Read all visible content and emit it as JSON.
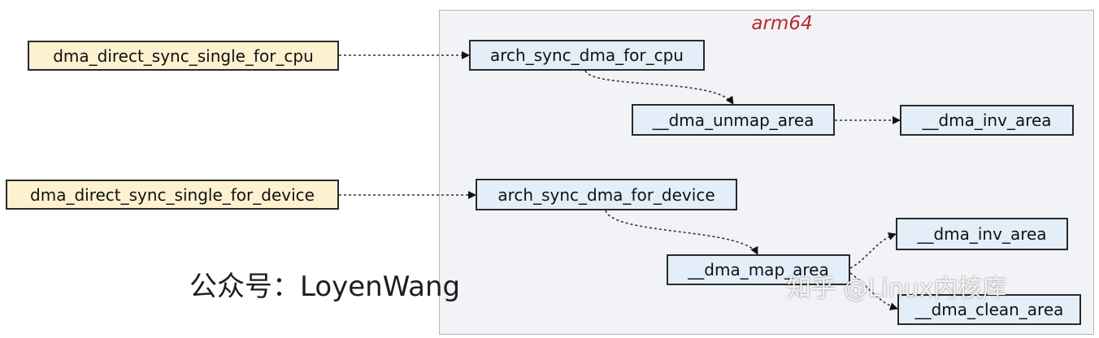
{
  "diagram": {
    "container_label": "arm64",
    "nodes": {
      "sync_for_cpu": "dma_direct_sync_single_for_cpu",
      "sync_for_device": "dma_direct_sync_single_for_device",
      "arch_for_cpu": "arch_sync_dma_for_cpu",
      "arch_for_device": "arch_sync_dma_for_device",
      "unmap_area": "__dma_unmap_area",
      "inv_area_1": "__dma_inv_area",
      "map_area": "__dma_map_area",
      "inv_area_2": "__dma_inv_area",
      "clean_area": "__dma_clean_area"
    },
    "edges": [
      {
        "from": "sync_for_cpu",
        "to": "arch_for_cpu"
      },
      {
        "from": "arch_for_cpu",
        "to": "unmap_area"
      },
      {
        "from": "unmap_area",
        "to": "inv_area_1"
      },
      {
        "from": "sync_for_device",
        "to": "arch_for_device"
      },
      {
        "from": "arch_for_device",
        "to": "map_area"
      },
      {
        "from": "map_area",
        "to": "inv_area_2"
      },
      {
        "from": "map_area",
        "to": "clean_area"
      }
    ]
  },
  "watermarks": {
    "wechat": "公众号：LoyenWang",
    "zhihu": "知乎 @Linux内核库"
  },
  "colors": {
    "caller_fill": "#fdf1d0",
    "arch_fill": "#e4eef9",
    "panel_fill": "#f1f3f6",
    "title_red": "#c0262d"
  }
}
